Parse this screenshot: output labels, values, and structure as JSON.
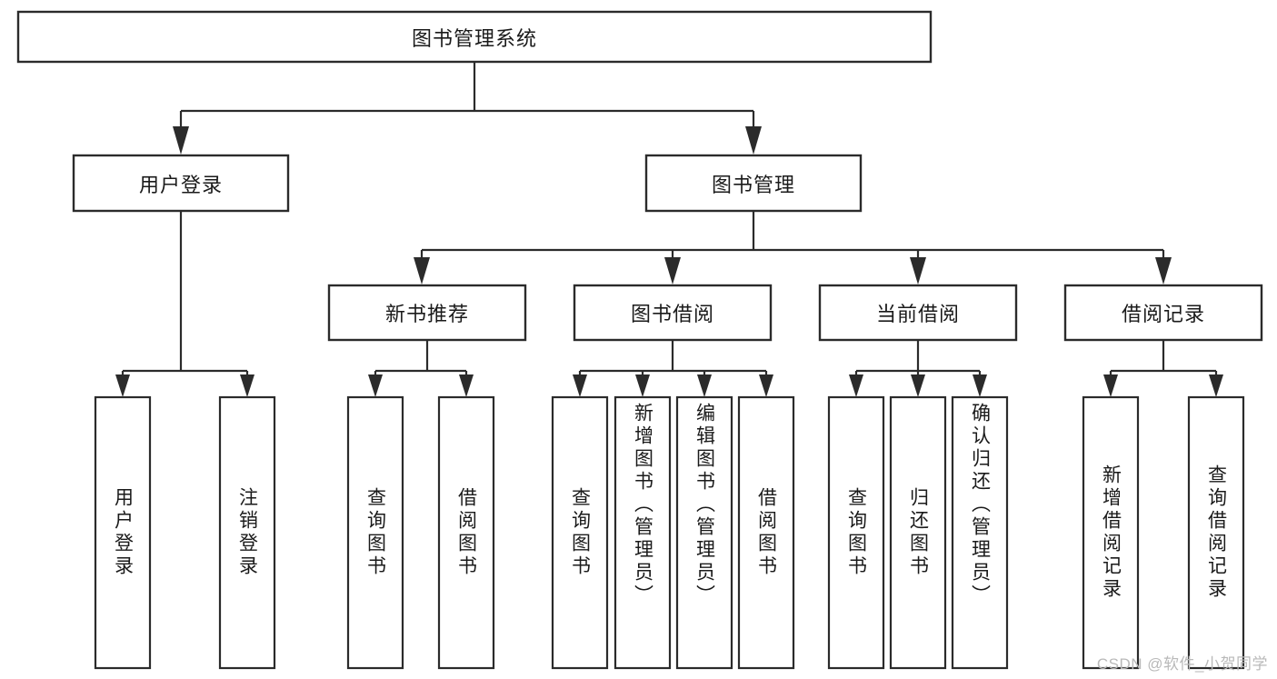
{
  "diagram": {
    "type": "tree-hierarchy-chart",
    "root": {
      "label": "图书管理系统"
    },
    "level2": [
      {
        "label": "用户登录"
      },
      {
        "label": "图书管理"
      }
    ],
    "level3": [
      {
        "label": "新书推荐"
      },
      {
        "label": "图书借阅"
      },
      {
        "label": "当前借阅"
      },
      {
        "label": "借阅记录"
      }
    ],
    "leaves": {
      "user_login": [
        {
          "label": "用户登录"
        },
        {
          "label": "注销登录"
        }
      ],
      "new_book_recommend": [
        {
          "label": "查询图书"
        },
        {
          "label": "借阅图书"
        }
      ],
      "book_borrow": [
        {
          "label": "查询图书"
        },
        {
          "label": "新增图书（管理员）"
        },
        {
          "label": "编辑图书（管理员）"
        },
        {
          "label": "借阅图书"
        }
      ],
      "current_borrow": [
        {
          "label": "查询图书"
        },
        {
          "label": "归还图书"
        },
        {
          "label": "确认归还（管理员）"
        }
      ],
      "borrow_record": [
        {
          "label": "新增借阅记录"
        },
        {
          "label": "查询借阅记录"
        }
      ]
    },
    "colors": {
      "box_stroke": "#2b2b2b",
      "box_fill": "#ffffff",
      "text": "#1a1a1a",
      "background": "#ffffff",
      "watermark": "#b9b9b9"
    }
  },
  "watermark": {
    "text": "CSDN @软件_小贺同学"
  }
}
